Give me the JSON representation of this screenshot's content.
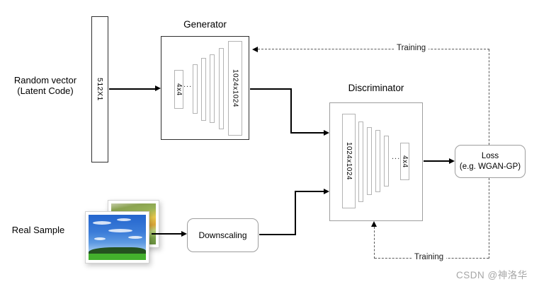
{
  "diagram": {
    "inputs": {
      "random_vector_line1": "Random vector",
      "random_vector_line2": "(Latent Code)",
      "latent_shape_label": "512X1",
      "real_sample_label": "Real Sample"
    },
    "generator": {
      "title": "Generator",
      "first_layer_label": "4x4",
      "ellipsis": "...",
      "last_layer_label": "1024x1024"
    },
    "discriminator": {
      "title": "Discriminator",
      "first_layer_label": "1024x1024",
      "ellipsis": "...",
      "last_layer_label": "4x4"
    },
    "downscaling_label": "Downscaling",
    "loss": {
      "line1": "Loss",
      "line2": "(e.g. WGAN-GP)"
    },
    "training_feedback": {
      "to_generator_label": "Training",
      "to_discriminator_label": "Training"
    },
    "watermark": "CSDN @神洛华",
    "colors": {
      "solid_line": "#000000",
      "dashed_line": "#5a5a5a",
      "dark_border": "#2f2f2f",
      "light_border": "#9e9e9e",
      "layer_border": "#b3b3b3",
      "watermark": "#a6a6a6",
      "sky_blue": "#2465cd",
      "grass_green": "#43b02c",
      "field_yellow": "#e9ca4c"
    }
  }
}
